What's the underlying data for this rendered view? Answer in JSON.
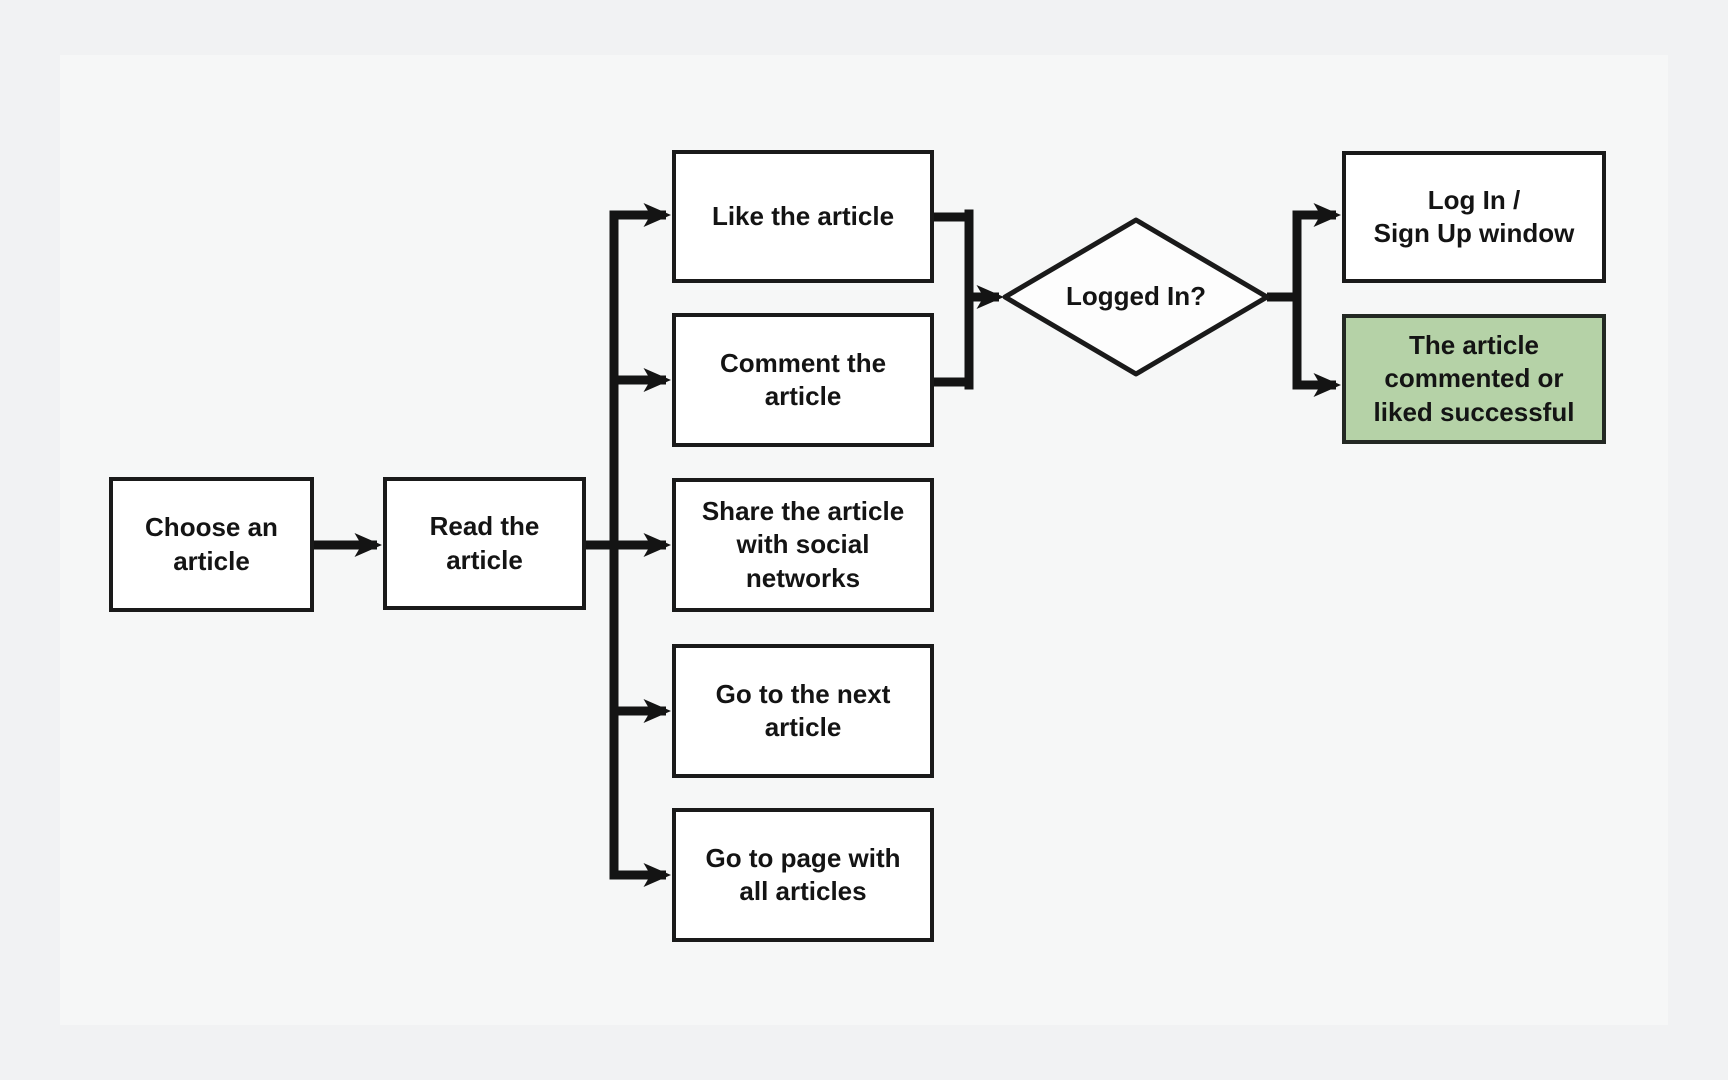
{
  "colors": {
    "background": "#f1f2f3",
    "canvas": "#f6f7f7",
    "connector": "#141414",
    "node_fill": "#ffffff",
    "node_border": "#1a1a1a",
    "success_fill": "#b5d2a7",
    "text": "#141414"
  },
  "nodes": {
    "choose": {
      "label": "Choose an\narticle"
    },
    "read": {
      "label": "Read the\narticle"
    },
    "like": {
      "label": "Like the article"
    },
    "comment": {
      "label": "Comment the\narticle"
    },
    "share": {
      "label": "Share the article\nwith social\nnetworks"
    },
    "next": {
      "label": "Go to the next\narticle"
    },
    "all": {
      "label": "Go to page with\nall articles"
    },
    "decision": {
      "label": "Logged In?"
    },
    "login": {
      "label": "Log In /\nSign Up window"
    },
    "success": {
      "label": "The article\ncommented or\nliked successful"
    }
  }
}
